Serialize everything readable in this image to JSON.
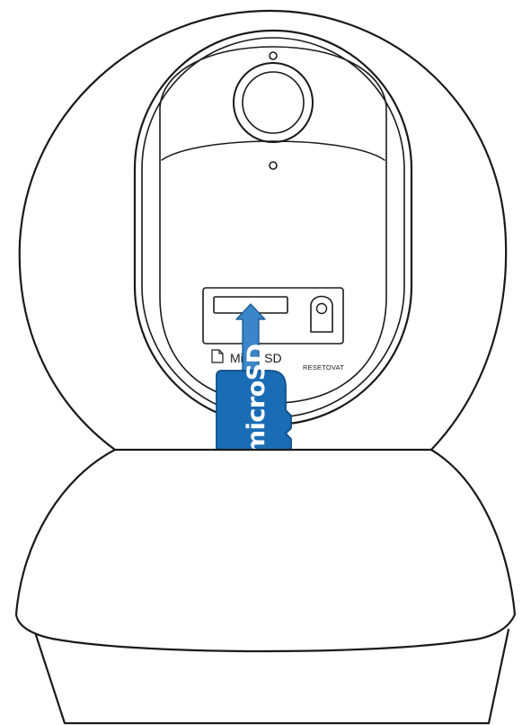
{
  "labels": {
    "micro_sd": "Micro SD",
    "reset": "RESETOVAT"
  },
  "card": {
    "brand_text": "microSD"
  },
  "icons": {
    "sd_slot_label_icon": "file-icon",
    "insert_direction_icon": "arrow-up-icon",
    "reset_button_icon": "reset-button-icon"
  },
  "colors": {
    "outline": "#1a1a1a",
    "card_fill": "#1a6db5",
    "card_border": "#0f4f8a",
    "card_text": "#ffffff",
    "arrow_fill": "#3a86c8",
    "background": "#ffffff"
  }
}
